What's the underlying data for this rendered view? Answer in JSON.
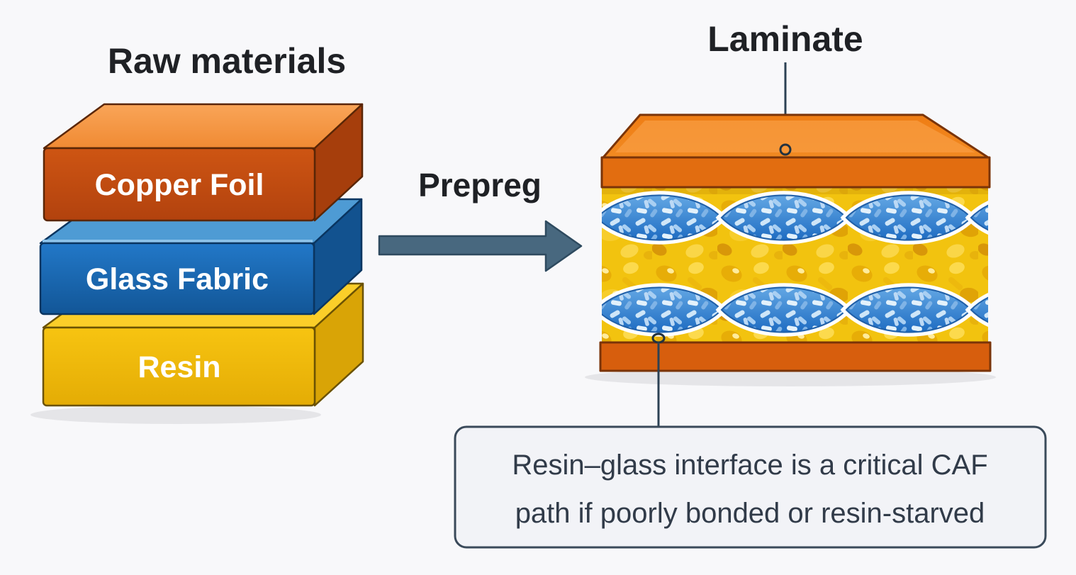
{
  "title_left": "Raw materials",
  "stack": {
    "layers": [
      {
        "label": "Copper Foil",
        "front_color": "#c4500f",
        "top_color": "#f89c4d",
        "side_color": "#a63e0c"
      },
      {
        "label": "Glass Fabric",
        "front_color": "#1b6fbd",
        "top_color": "#4e9bd4",
        "side_color": "#12528f"
      },
      {
        "label": "Resin",
        "front_color": "#f2bd0b",
        "top_color": "#fbce29",
        "side_color": "#d9a406"
      }
    ]
  },
  "process": {
    "label": "Prepreg",
    "arrow_color": "#48687f"
  },
  "laminate": {
    "label": "Laminate",
    "copper_front_color": "#e26d10",
    "copper_top_color": "#f07f15",
    "copper_bottom_color": "#d75e0d",
    "resin_matrix_color": "#f2c30f",
    "glass_fiber_color": "#2e7fd0"
  },
  "callout": {
    "line1": "Resin–glass interface is a critical CAF",
    "line2": "path if poorly bonded or resin-starved",
    "border_color": "#3a4a5a",
    "fill_color": "#f2f3f7"
  }
}
